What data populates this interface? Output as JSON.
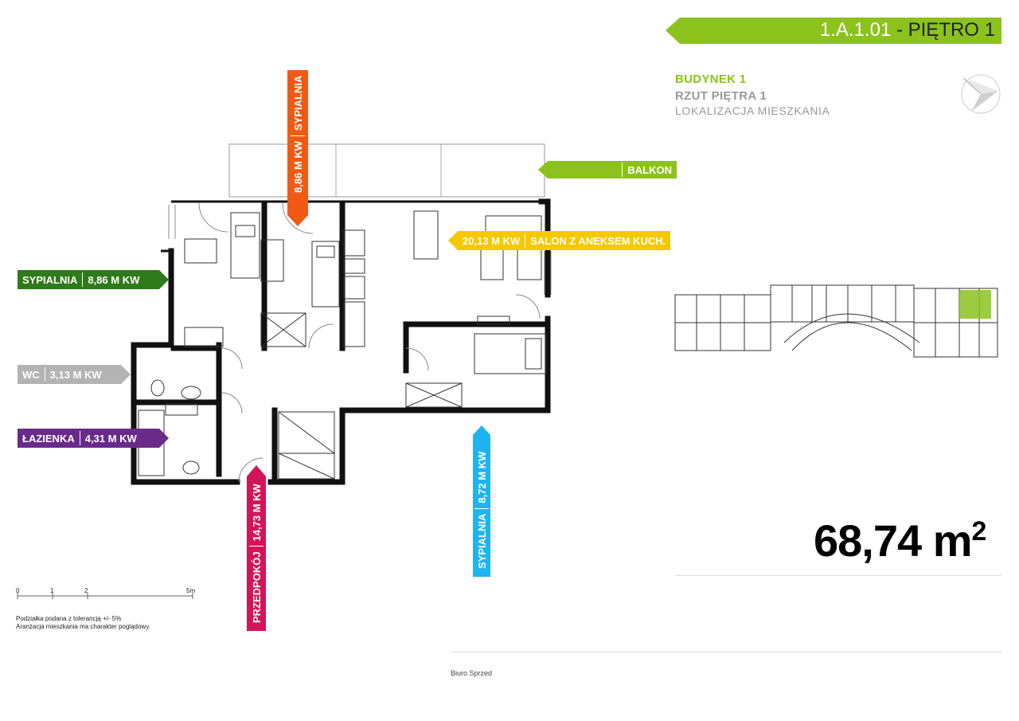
{
  "header": {
    "code": "1.A.1.01",
    "floor": "- PIĘTRO 1",
    "color": "#8cc21e"
  },
  "info": {
    "building": "BUDYNEK 1",
    "plan": "RZUT PIĘTRA 1",
    "location": "LOKALIZACJA MIESZKANIA"
  },
  "area": {
    "value": "68,74",
    "unit": "m",
    "sup": "2"
  },
  "rooms": {
    "balkon": {
      "name": "BALKON",
      "color": "#8cc21e"
    },
    "salon": {
      "name": "SALON Z ANEKSEM KUCH.",
      "area": "20,13 M KW",
      "color": "#f5c800"
    },
    "sypialnia_top": {
      "name": "SYPIALNIA",
      "area": "8,86 M KW",
      "color": "#f05a14"
    },
    "sypialnia_left": {
      "name": "SYPIALNIA",
      "area": "8,86 M KW",
      "color": "#2f7a1a"
    },
    "wc": {
      "name": "WC",
      "area": "3,13 M KW",
      "color": "#b3b3b3"
    },
    "lazienka": {
      "name": "ŁAZIENKA",
      "area": "4,31 M KW",
      "color": "#6a2a8a"
    },
    "przedpokoj": {
      "name": "PRZEDPOKÓJ",
      "area": "14,73 M KW",
      "color": "#d4145a"
    },
    "sypialnia_bottom": {
      "name": "SYPIALNIA",
      "area": "8,72 M KW",
      "color": "#1eb4f0"
    }
  },
  "scale": {
    "t0": "0",
    "t1": "1",
    "t2": "2",
    "t5": "5m"
  },
  "notes": {
    "line1": "Podziałka podana z tolerancją +/- 5%",
    "line2": "Aranżacja mieszkania ma charakter poglądowy."
  },
  "footer": {
    "office": "Biuro Sprzed"
  },
  "icons": {
    "compass": "compass-icon"
  }
}
